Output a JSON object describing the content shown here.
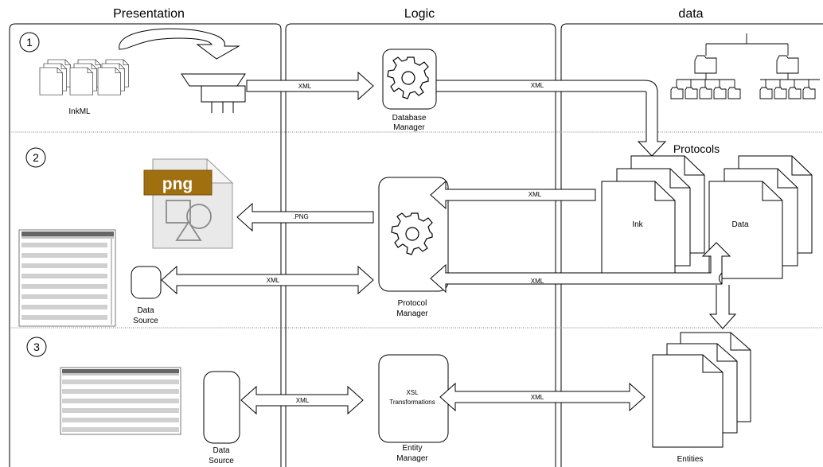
{
  "columns": {
    "presentation": "Presentation",
    "logic": "Logic",
    "data": "data"
  },
  "steps": [
    "1",
    "2",
    "3"
  ],
  "row1": {
    "inkml_label": "InkML",
    "arrow_xml_1": "XML",
    "arrow_xml_2": "XML",
    "db_manager_line1": "Database",
    "db_manager_line2": "Manager"
  },
  "row2": {
    "protocols_label": "Protocols",
    "ink_label": "Ink",
    "data_label": "Data",
    "png_badge": "png",
    "arrow_png": ".PNG",
    "arrow_xml_in": "XML",
    "arrow_xml_source": "XML",
    "arrow_xml_out": "XML",
    "data_source_line1": "Data",
    "data_source_line2": "Source",
    "protocol_manager_line1": "Protocol",
    "protocol_manager_line2": "Manager"
  },
  "row3": {
    "data_source_line1": "Data",
    "data_source_line2": "Source",
    "arrow_xml_left": "XML",
    "arrow_xml_right": "XML",
    "xsl_line1": "XSL",
    "xsl_line2": "Transformations",
    "entity_manager_line1": "Entity",
    "entity_manager_line2": "Manager",
    "entities_label": "Entities"
  }
}
